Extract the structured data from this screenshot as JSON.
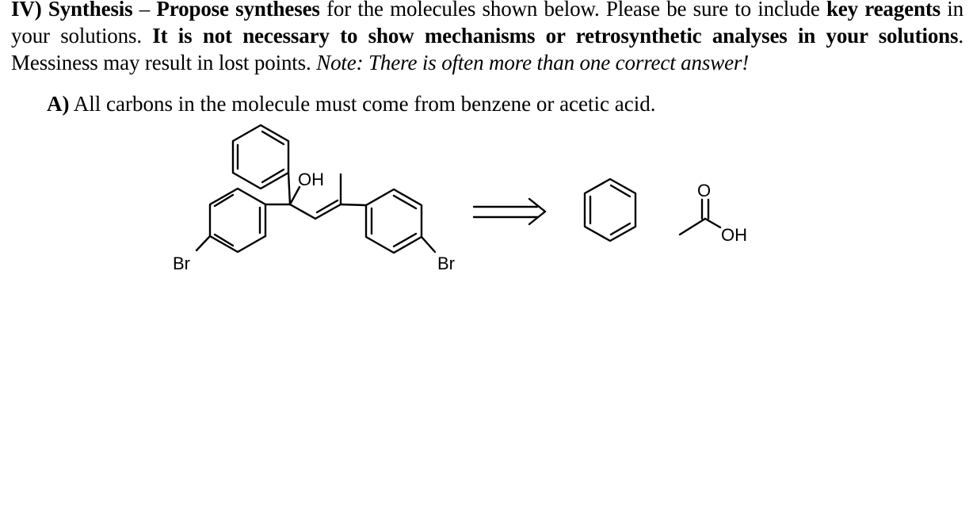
{
  "question": {
    "number": "IV)",
    "title": "Synthesis",
    "dash": "–",
    "bold_1": "Propose syntheses",
    "text_1": "for the molecules shown below. Please be sure to include",
    "bold_2": "key reagents",
    "text_2": "in your solutions.",
    "bold_3": "It is not necessary to show mechanisms or retrosynthetic analyses in your solutions",
    "text_3": ". Messiness may result in lost points.",
    "note": "Note: There is often more than one correct answer!"
  },
  "part_a": {
    "label": "A)",
    "text": "All carbons in the molecule must come from benzene or acetic acid."
  },
  "scheme": {
    "target_labels": {
      "hydroxyl": "OH",
      "bromine_left": "Br",
      "bromine_right": "Br"
    },
    "arrow": "retrosynthetic-arrow",
    "starting_materials": {
      "acetic_acid_oxygen": "O",
      "acetic_acid_hydroxyl": "OH"
    }
  }
}
